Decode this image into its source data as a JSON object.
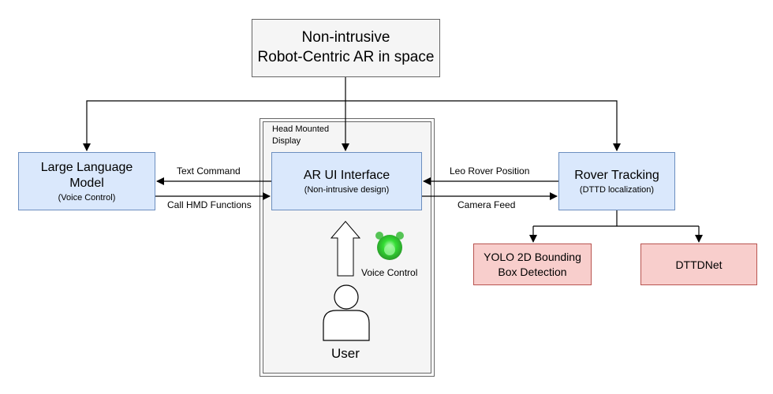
{
  "top_box": {
    "line1": "Non-intrusive",
    "line2": "Robot-Centric AR in space"
  },
  "llm": {
    "title_line1": "Large Language",
    "title_line2": "Model",
    "subtitle": "(Voice Control)"
  },
  "ar": {
    "title": "AR UI Interface",
    "subtitle": "(Non-intrusive design)"
  },
  "rover": {
    "title": "Rover Tracking",
    "subtitle": "(DTTD localization)"
  },
  "yolo": {
    "line1": "YOLO 2D Bounding",
    "line2": "Box Detection"
  },
  "dttd": {
    "label": "DTTDNet"
  },
  "hmd": {
    "line1": "Head Mounted",
    "line2": "Display"
  },
  "edges": {
    "text_command": "Text Command",
    "call_hmd": "Call HMD Functions",
    "leo_rover": "Leo Rover Position",
    "camera_feed": "Camera Feed"
  },
  "voice_control": "Voice Control",
  "user": "User",
  "colors": {
    "blue_fill": "#dae8fc",
    "blue_stroke": "#6c8ebf",
    "pink_fill": "#f8cecc",
    "pink_stroke": "#b85450",
    "gray_fill": "#f5f5f5",
    "voice_green": "#33cc33"
  }
}
